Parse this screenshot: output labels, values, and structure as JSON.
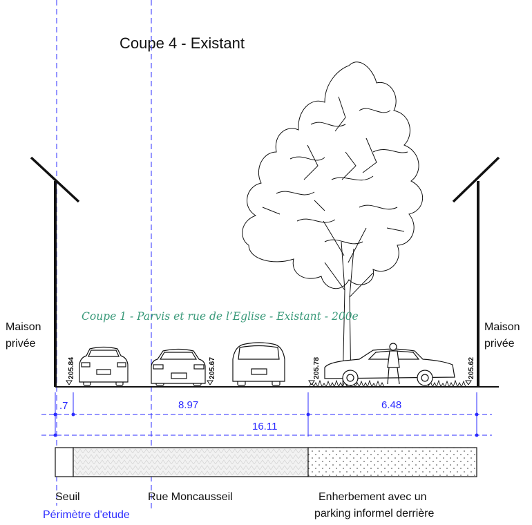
{
  "title": "Coupe 4 - Existant",
  "watermark": "Coupe 1 - Parvis et rue de l’Eglise  - Existant - 200e",
  "houses": {
    "left_label_line1": "Maison",
    "left_label_line2": "privée",
    "right_label_line1": "Maison",
    "right_label_line2": "privée"
  },
  "elevations": [
    "205.84",
    "205.67",
    "205.78",
    "205.62"
  ],
  "dimensions": {
    "seuil_width": ".7",
    "road_width": "8.97",
    "grass_width": "6.48",
    "total_width": "16.11"
  },
  "zones": {
    "seuil": "Seuil",
    "road": "Rue Moncausseil",
    "grass_line1": "Enherbement avec un",
    "grass_line2": "parking informel derrière"
  },
  "study_perimeter": "Périmètre d'etude",
  "colors": {
    "dimension": "#1a1aff",
    "watermark": "#3a9a7a",
    "ink": "#111111"
  }
}
